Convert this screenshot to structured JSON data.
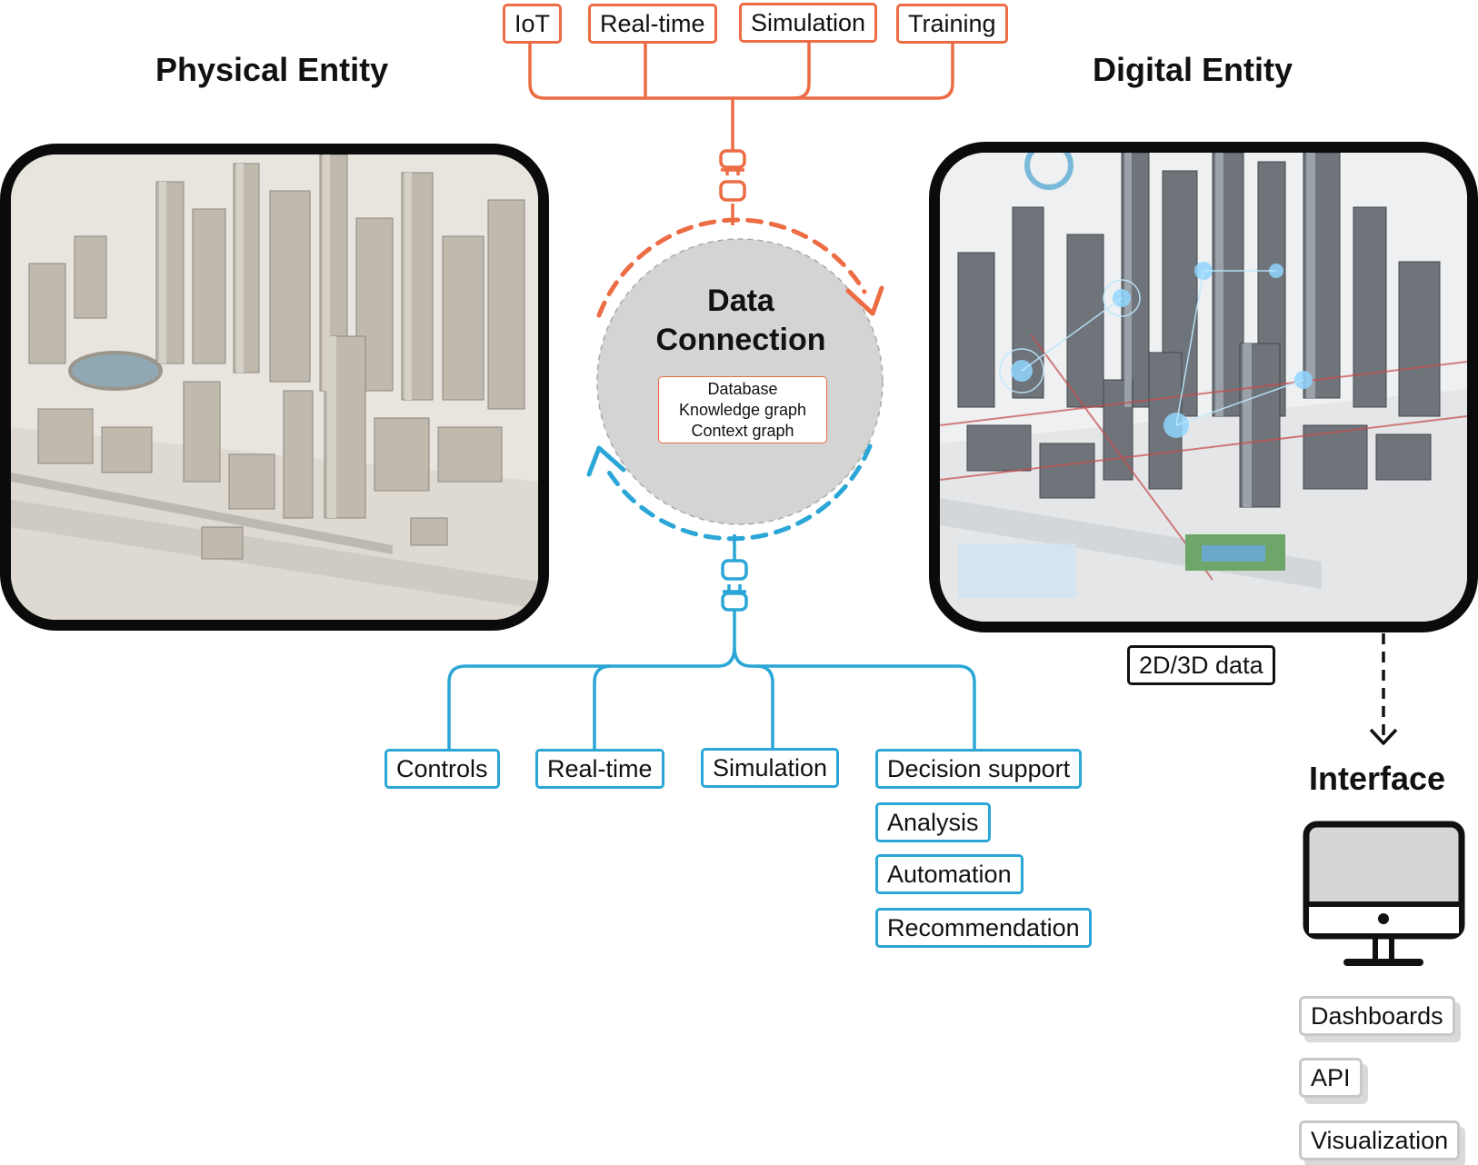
{
  "headings": {
    "physical": "Physical Entity",
    "digital": "Digital Entity",
    "interface": "Interface"
  },
  "center": {
    "title_line1": "Data",
    "title_line2": "Connection",
    "storage": [
      "Database",
      "Knowledge graph",
      "Context graph"
    ]
  },
  "inputs": [
    "IoT",
    "Real-time",
    "Simulation",
    "Training"
  ],
  "outputs": {
    "primary": [
      "Controls",
      "Real-time",
      "Simulation",
      "Decision support"
    ],
    "secondary": [
      "Analysis",
      "Automation",
      "Recommendation"
    ]
  },
  "digital_tag": "2D/3D data",
  "interface_items": [
    "Dashboards",
    "API",
    "Visualization"
  ],
  "colors": {
    "input_flow": "#ec6c44",
    "output_flow": "#2ba6d6",
    "frame": "#0b0b0b",
    "circle_fill": "#d4d4d4",
    "interface_item_border": "#c8c8c8"
  },
  "icons": {
    "connector": "plug-icon",
    "interface": "monitor-icon"
  }
}
